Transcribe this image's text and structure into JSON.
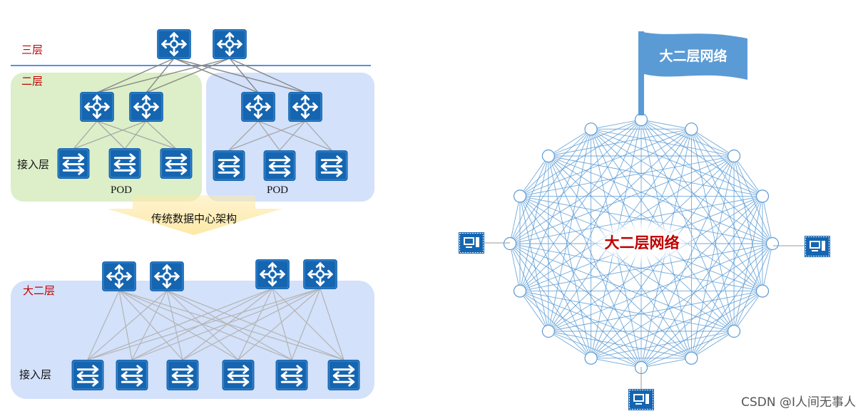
{
  "labels": {
    "layer3": "三层",
    "layer2": "二层",
    "access_top": "接入层",
    "pod_left": "POD",
    "pod_right": "POD",
    "arrow_text": "传统数据中心架构",
    "big_l2": "大二层",
    "access_bottom": "接入层"
  },
  "flag_text": "大二层网络",
  "center_text": "大二层网络",
  "watermark": "CSDN @I人间无事人",
  "colors": {
    "device_blue": "#1565b0",
    "pod_green": "#dcefc8",
    "pod_blue": "#d3e1fa",
    "mesh_line": "#5b9bd5",
    "label_red": "#c00000",
    "arrow_yellow": "#fde9a6",
    "separator": "#5b8fe0"
  },
  "mesh_node_count": 16,
  "icons": {
    "router": "router-icon",
    "switch": "switch-icon",
    "host": "computer-icon",
    "flag": "flag-icon"
  }
}
